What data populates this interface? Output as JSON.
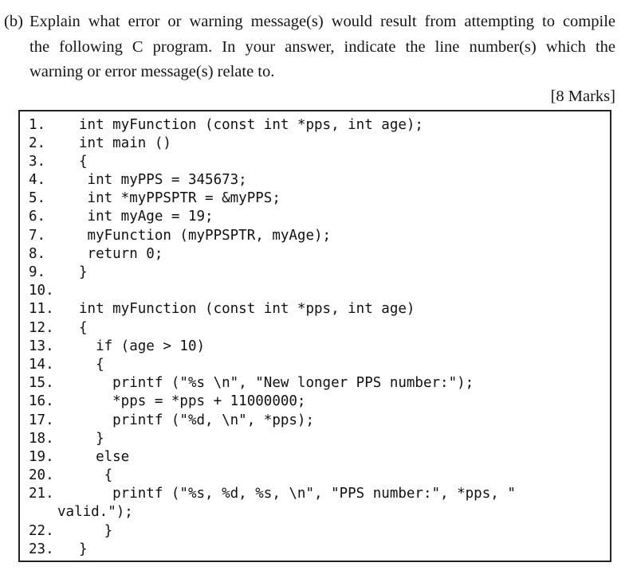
{
  "question": {
    "label": "(b)",
    "lines": [
      "Explain what error or warning message(s) would result from attempting to compile",
      "the following C program. In your answer, indicate the line number(s) which the",
      "warning or error message(s) relate to."
    ],
    "marks": "[8 Marks]"
  },
  "code": {
    "lines": [
      {
        "n": "1.",
        "c": "int myFunction (const int *pps, int age);"
      },
      {
        "n": "2.",
        "c": "int main ()"
      },
      {
        "n": "3.",
        "c": "{"
      },
      {
        "n": "4.",
        "c": " int myPPS = 345673;"
      },
      {
        "n": "5.",
        "c": " int *myPPSPTR = &myPPS;"
      },
      {
        "n": "6.",
        "c": " int myAge = 19;"
      },
      {
        "n": "7.",
        "c": " myFunction (myPPSPTR, myAge);"
      },
      {
        "n": "8.",
        "c": " return 0;"
      },
      {
        "n": "9.",
        "c": "}"
      },
      {
        "n": "10.",
        "c": ""
      },
      {
        "n": "11.",
        "c": "int myFunction (const int *pps, int age)"
      },
      {
        "n": "12.",
        "c": "{"
      },
      {
        "n": "13.",
        "c": "  if (age > 10)"
      },
      {
        "n": "14.",
        "c": "  {"
      },
      {
        "n": "15.",
        "c": "    printf (\"%s \\n\", \"New longer PPS number:\");"
      },
      {
        "n": "16.",
        "c": "    *pps = *pps + 11000000;"
      },
      {
        "n": "17.",
        "c": "    printf (\"%d, \\n\", *pps);"
      },
      {
        "n": "18.",
        "c": "  }"
      },
      {
        "n": "19.",
        "c": "  else"
      },
      {
        "n": "20.",
        "c": "   {"
      },
      {
        "n": "21.",
        "c": "    printf (\"%s, %d, %s, \\n\", \"PPS number:\", *pps, \""
      },
      {
        "n": "",
        "c": "valid.\");",
        "wrap": true
      },
      {
        "n": "22.",
        "c": "   }"
      },
      {
        "n": "23.",
        "c": "}"
      }
    ]
  }
}
